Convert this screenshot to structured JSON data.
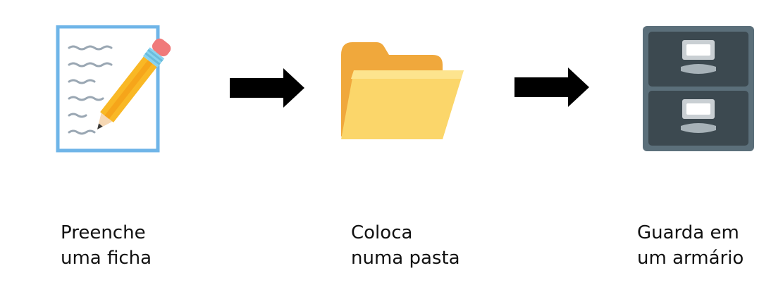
{
  "steps": [
    {
      "icon": "pencil-on-paper-icon",
      "caption_line1": "Preenche",
      "caption_line2": "uma ficha"
    },
    {
      "icon": "open-folder-icon",
      "caption_line1": "Coloca",
      "caption_line2": "numa pasta"
    },
    {
      "icon": "file-cabinet-icon",
      "caption_line1": "Guarda em",
      "caption_line2": "um armário"
    }
  ],
  "arrows": [
    {
      "icon": "right-arrow-icon"
    },
    {
      "icon": "right-arrow-icon"
    }
  ],
  "colors": {
    "paper_border": "#6fb5e8",
    "folder_back": "#f0a83c",
    "folder_front": "#fbd66a",
    "cabinet_body": "#44535c",
    "arrow": "#000000"
  }
}
